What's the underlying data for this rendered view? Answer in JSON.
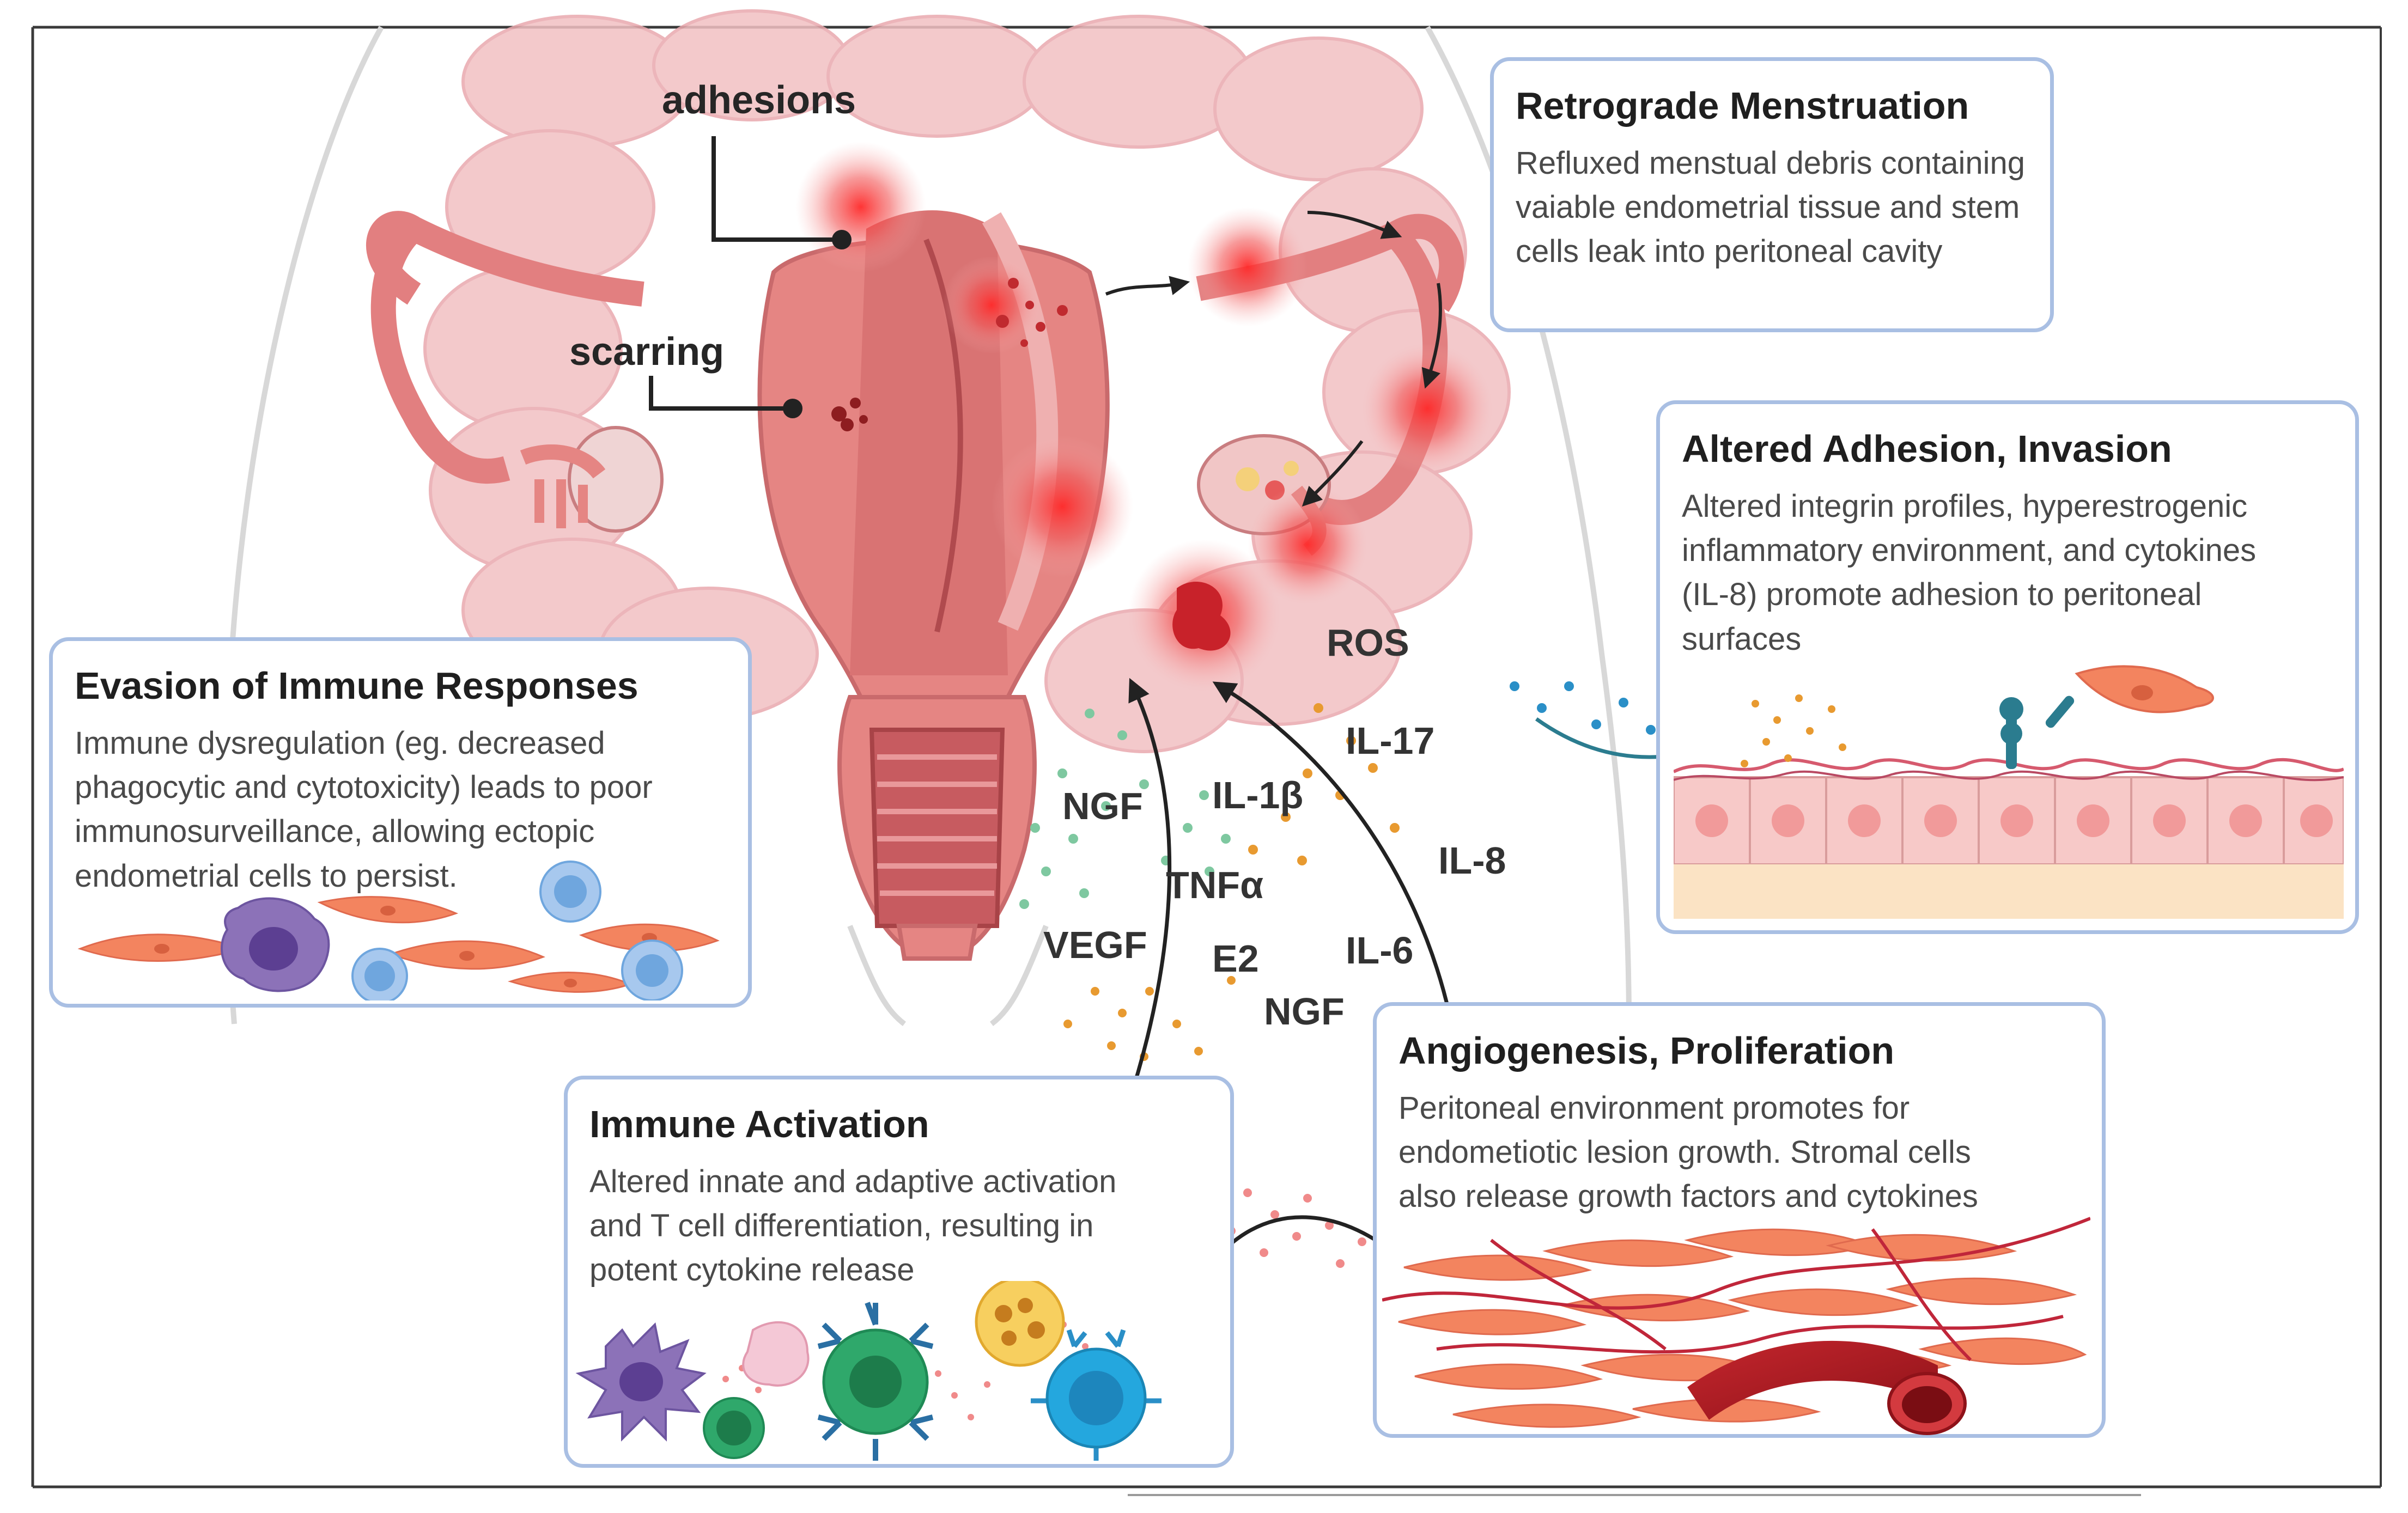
{
  "anatomy_labels": {
    "adhesions": "adhesions",
    "scarring": "scarring"
  },
  "cytokines": {
    "ros": "ROS",
    "il17": "IL-17",
    "il1b": "IL-1β",
    "ngf_left": "NGF",
    "il8": "IL-8",
    "tnfa": "TNFα",
    "vegf": "VEGF",
    "e2": "E2",
    "il6": "IL-6",
    "ngf_bottom": "NGF"
  },
  "panels": {
    "retrograde": {
      "title": "Retrograde Menstruation",
      "text": "Refluxed menstual debris containing\nvaiable endometrial tissue and stem\ncells leak into peritoneal cavity"
    },
    "adhesion": {
      "title": "Altered Adhesion, Invasion",
      "text": "Altered integrin profiles, hyperestrogenic\ninflammatory environment, and cytokines\n(IL-8) promote adhesion to peritoneal\nsurfaces"
    },
    "evasion": {
      "title": "Evasion of Immune Responses",
      "text": "Immune dysregulation (eg. decreased\nphagocytic and cytotoxicity) leads to poor\nimmunosurveillance, allowing ectopic\nendometrial cells to persist."
    },
    "angiogenesis": {
      "title": "Angiogenesis, Proliferation",
      "text": "Peritoneal environment promotes for\nendometiotic lesion growth. Stromal cells\nalso release growth factors and cytokines"
    },
    "immune": {
      "title": "Immune Activation",
      "text": "Altered innate and adaptive activation\nand T cell differentiation, resulting in\npotent cytokine release"
    }
  },
  "colors": {
    "panel_border": "#a9bfe3",
    "uterus": "#e58583",
    "lesion": "#e8262a",
    "intestine": "#f2c0c3",
    "stromal": "#f3845f",
    "macrophage": "#8c72b8",
    "lymphocyte": "#6fa6de",
    "t_cell": "#2fa86b",
    "b_cell": "#24a7de",
    "cytokine_green": "#7ec8a0",
    "cytokine_orange": "#e89a30",
    "cytokine_blue": "#2a8fc7"
  }
}
